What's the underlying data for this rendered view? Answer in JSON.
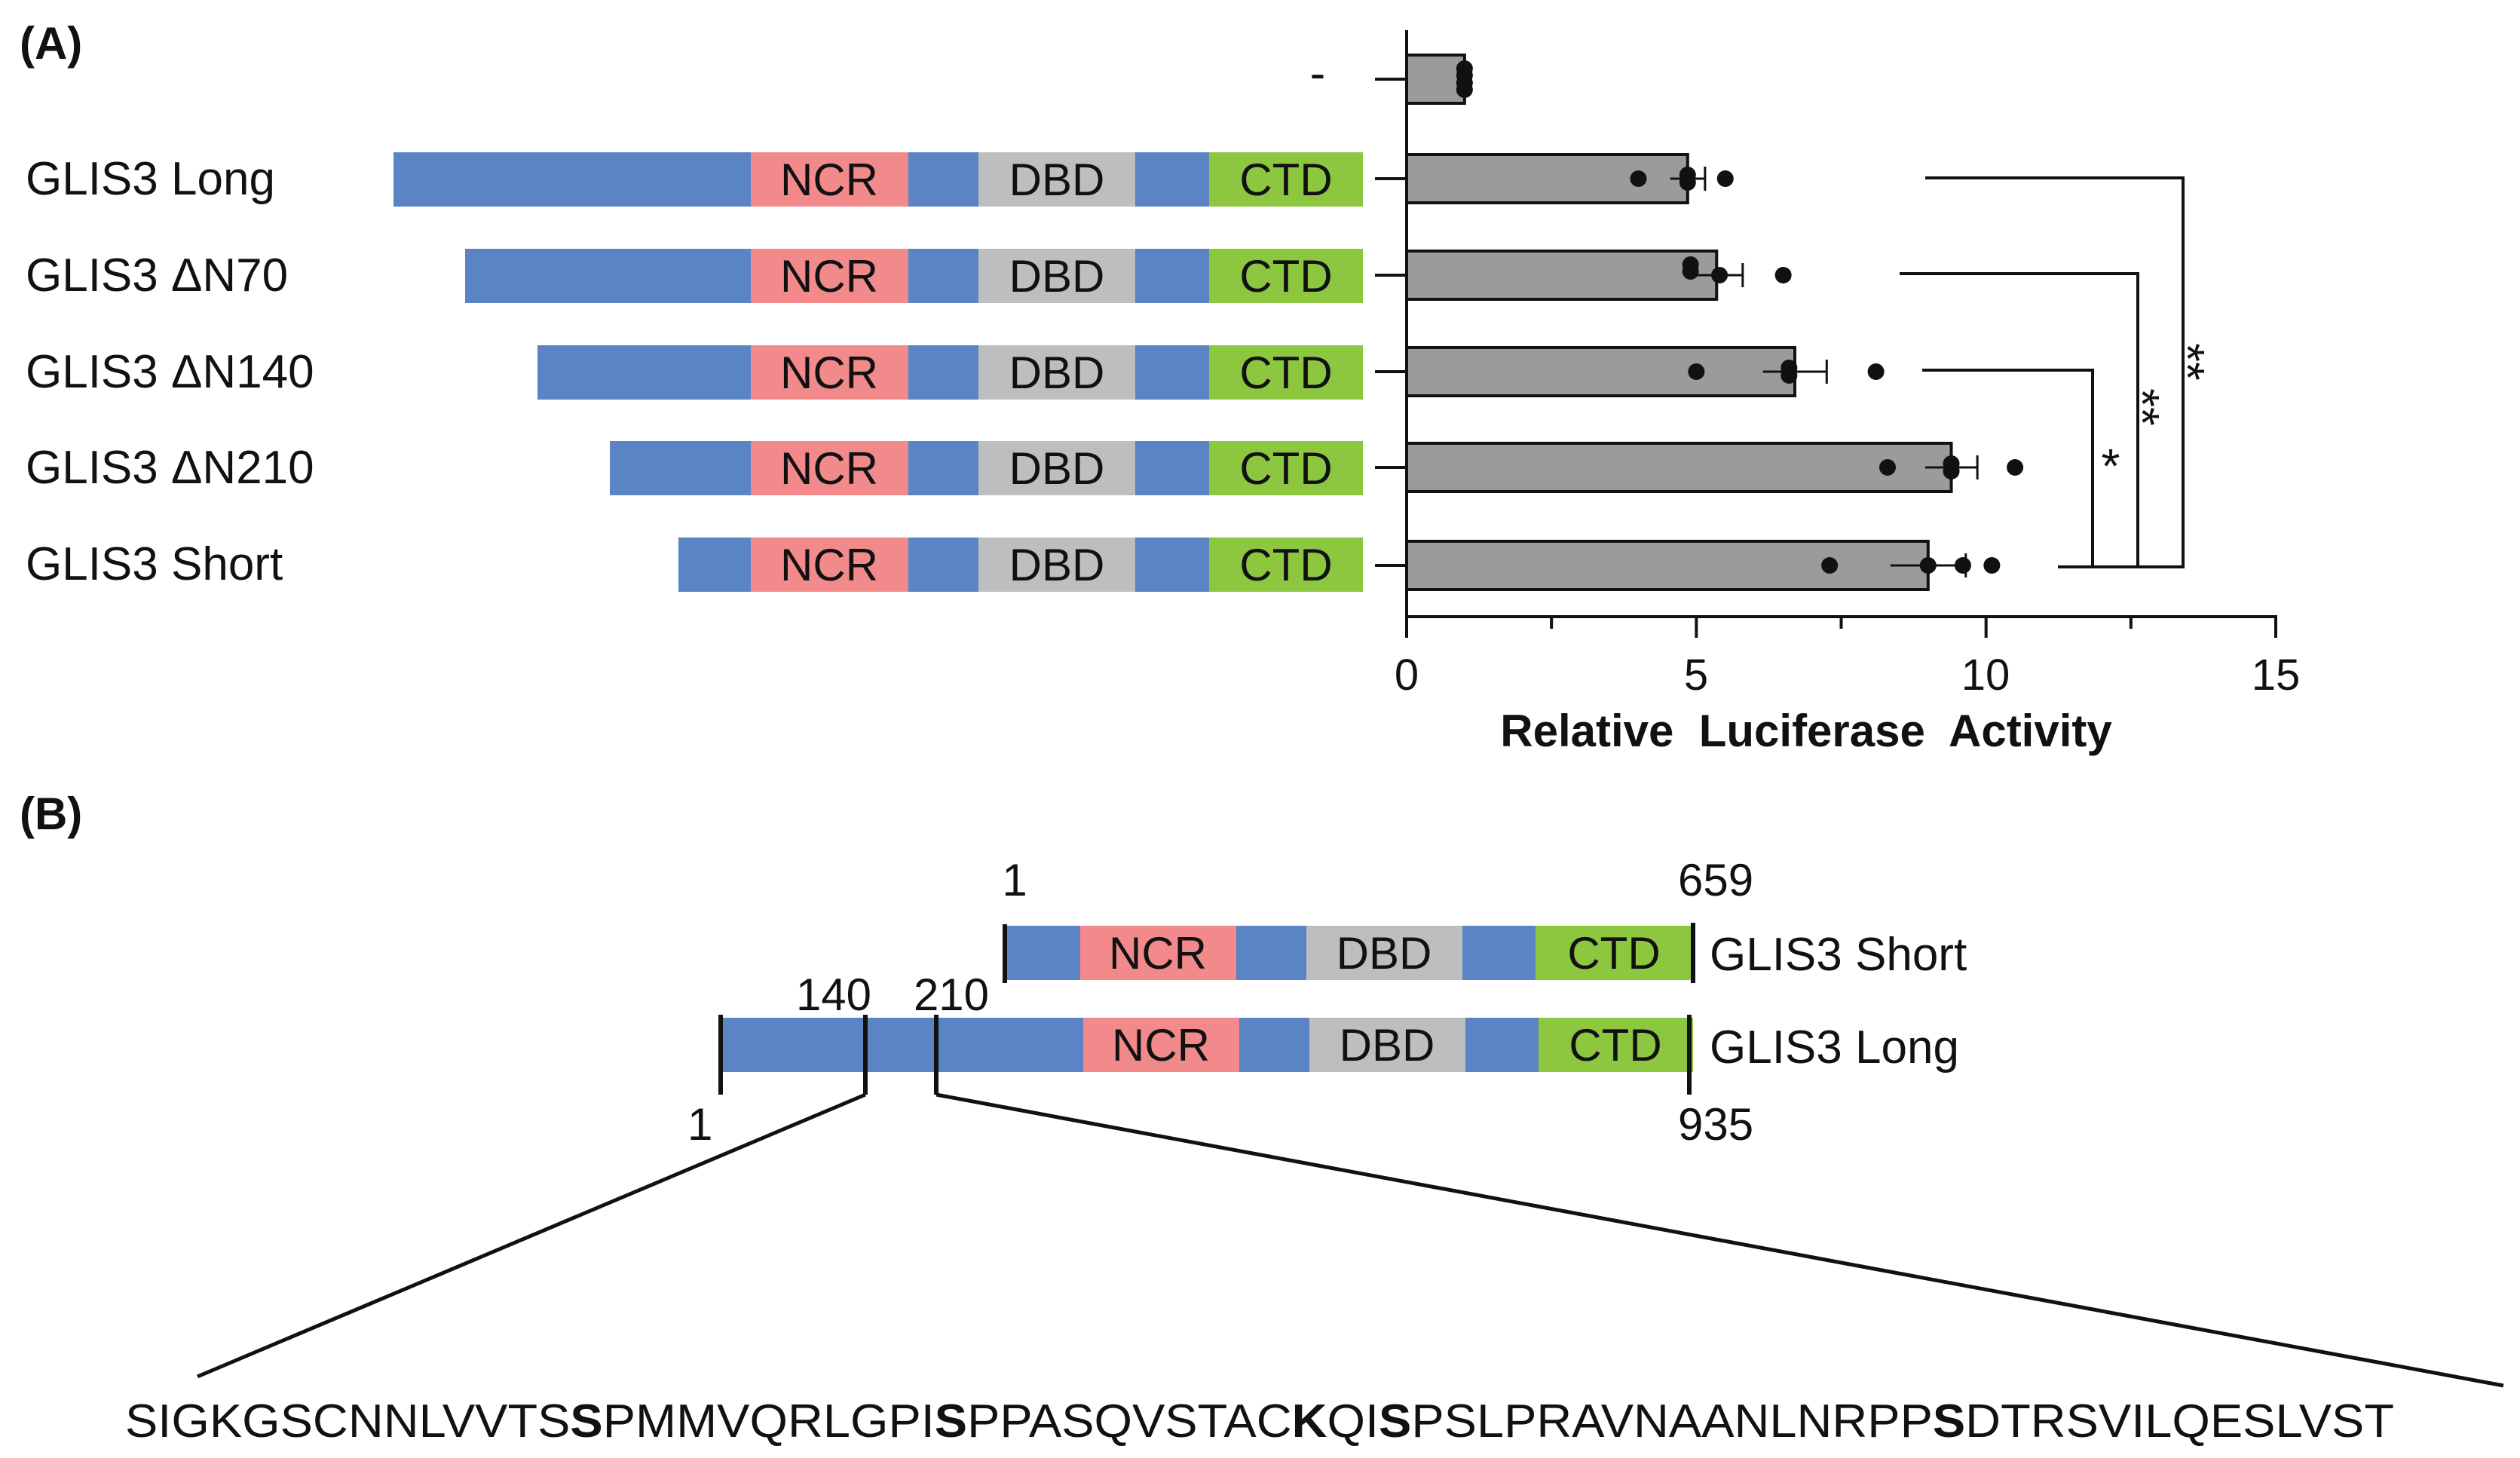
{
  "panels": {
    "a": "(A)",
    "b": "(B)"
  },
  "colors": {
    "region": "#5b84c4",
    "NCR": "#f28a8c",
    "DBD": "#bdbebf",
    "CTD": "#8dc63f",
    "bar": "#9a9b9d"
  },
  "domains": [
    "NCR",
    "DBD",
    "CTD"
  ],
  "constructs": [
    {
      "label": "-"
    },
    {
      "label": "GLIS3 Long"
    },
    {
      "label": "GLIS3 ΔN70"
    },
    {
      "label": "GLIS3 ΔN140"
    },
    {
      "label": "GLIS3 ΔN210"
    },
    {
      "label": "GLIS3 Short"
    }
  ],
  "chart_data": {
    "type": "bar",
    "orientation": "horizontal",
    "categories": [
      "-",
      "GLIS3 Long",
      "GLIS3 ΔN70",
      "GLIS3 ΔN140",
      "GLIS3 ΔN210",
      "GLIS3 Short"
    ],
    "values": [
      1.0,
      4.85,
      5.35,
      6.7,
      9.4,
      9.0
    ],
    "errors": [
      0.0,
      0.3,
      0.45,
      0.55,
      0.45,
      0.65
    ],
    "points": [
      [
        1.0,
        1.0,
        1.0,
        1.0
      ],
      [
        4.0,
        4.85,
        4.85,
        5.5
      ],
      [
        4.9,
        4.9,
        5.4,
        6.5
      ],
      [
        5.0,
        6.6,
        6.6,
        8.1
      ],
      [
        8.3,
        9.4,
        9.4,
        10.5
      ],
      [
        7.3,
        9.0,
        9.6,
        10.1
      ]
    ],
    "xlabel": "Relative  Luciferase  Activity",
    "xlim": [
      0,
      15
    ],
    "xticks": [
      "0",
      "5",
      "10",
      "15"
    ],
    "significance": [
      "*",
      "**",
      "**"
    ]
  },
  "schematic": {
    "short": {
      "label": "GLIS3 Short",
      "start": "1",
      "end": "659"
    },
    "long": {
      "label": "GLIS3 Long",
      "start": "1",
      "end": "935",
      "mark1": "140",
      "mark2": "210"
    }
  },
  "sequence": [
    {
      "t": "SIGKGSCNNLVVTS",
      "bold": false
    },
    {
      "t": "S",
      "bold": true
    },
    {
      "t": "PMMVQRLGPI",
      "bold": false
    },
    {
      "t": "S",
      "bold": true
    },
    {
      "t": "PPASQVSTAC",
      "bold": false
    },
    {
      "t": "K",
      "bold": true
    },
    {
      "t": "QI",
      "bold": false
    },
    {
      "t": "S",
      "bold": true
    },
    {
      "t": "PSLPRAVNAANLNRPP",
      "bold": false
    },
    {
      "t": "S",
      "bold": true
    },
    {
      "t": "DTRSVILQESLVST",
      "bold": false
    }
  ]
}
